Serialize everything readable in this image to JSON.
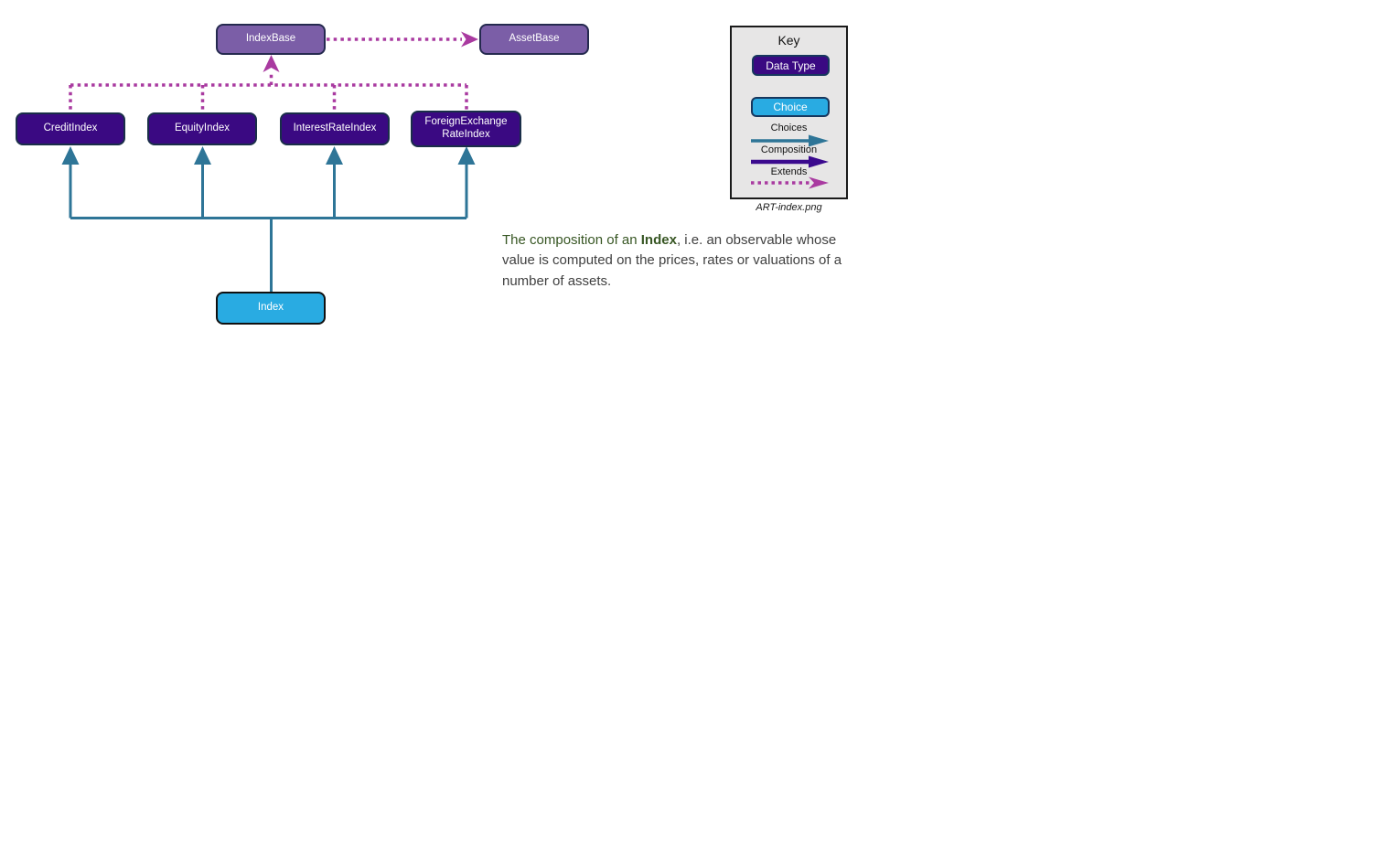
{
  "colors": {
    "node-purple": "#7B5EA7",
    "node-indigo": "#3A0982",
    "node-cyan": "#29ABE2",
    "arrow-teal": "#2E7597",
    "arrow-magenta": "#A93AA0",
    "arrow-indigo": "#3B0A8E",
    "key-bg": "#E7E6E6",
    "text-green": "#375623",
    "text-gray": "#404040"
  },
  "diagram": {
    "nodes": {
      "index_base": "IndexBase",
      "asset_base": "AssetBase",
      "credit_index": "CreditIndex",
      "equity_index": "EquityIndex",
      "interest_rate_index": "InterestRateIndex",
      "foreign_exchange_rate_index": "ForeignExchange\nRateIndex",
      "index": "Index"
    }
  },
  "key": {
    "title": "Key",
    "data_type": "Data Type",
    "choice": "Choice",
    "choices": "Choices",
    "composition": "Composition",
    "extends": "Extends",
    "caption": "ART-index.png"
  },
  "description": {
    "lead": "The composition of an ",
    "term": "Index",
    "rest": ", i.e. an observable whose value is computed on the prices, rates or valuations of a number of assets."
  }
}
